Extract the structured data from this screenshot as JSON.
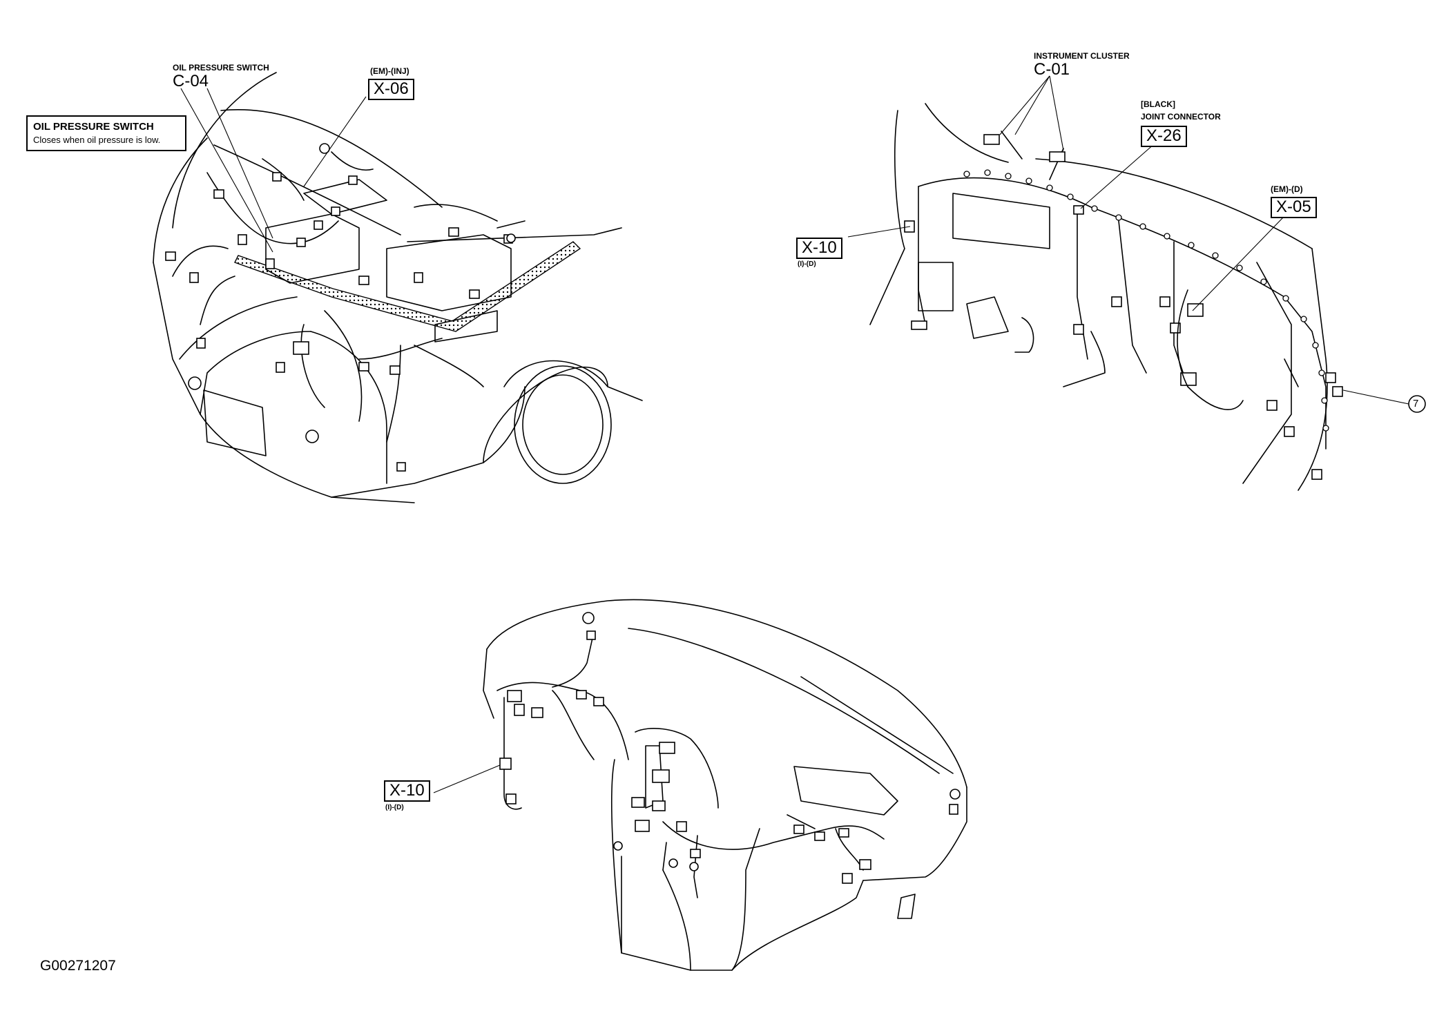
{
  "figure_id": "G00271207",
  "engine_view": {
    "oil_pressure_switch": {
      "label": "OIL PRESSURE SWITCH",
      "code": "C-04"
    },
    "em_inj": {
      "label": "(EM)-(INJ)",
      "code": "X-06"
    },
    "note": {
      "title": "OIL PRESSURE SWITCH",
      "text": "Closes when oil pressure is low."
    }
  },
  "dash_view": {
    "instrument_cluster": {
      "label": "INSTRUMENT CLUSTER",
      "code": "C-01"
    },
    "joint_connector": {
      "color": "[BLACK]",
      "label": "JOINT CONNECTOR",
      "code": "X-26"
    },
    "em_d": {
      "label": "(EM)-(D)",
      "code": "X-05"
    },
    "i_d": {
      "code": "X-10",
      "label": "(I)-(D)"
    },
    "callout_7": "7"
  },
  "panel_view": {
    "i_d": {
      "code": "X-10",
      "label": "(I)-(D)"
    }
  }
}
